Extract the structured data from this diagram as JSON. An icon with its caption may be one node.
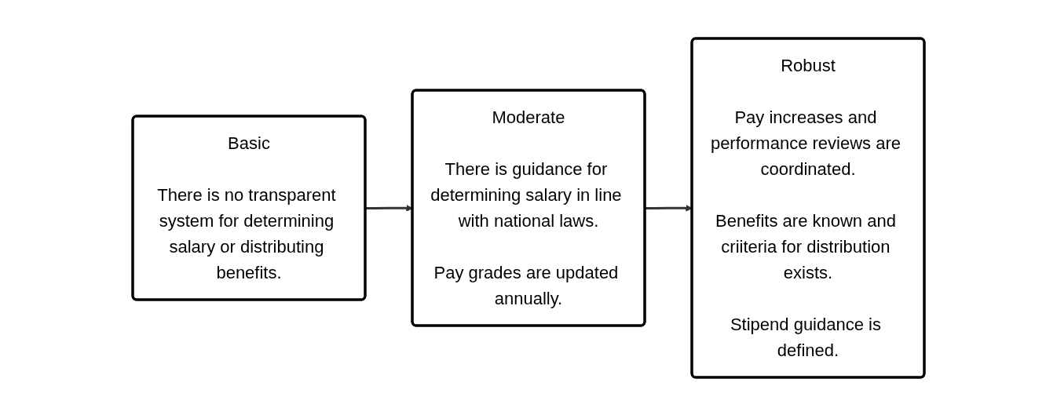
{
  "diagram": {
    "nodes": [
      {
        "text": [
          "Basic",
          "There is no transparent system for determining salary or distributing benefits."
        ]
      },
      {
        "text": [
          "Moderate",
          "There is guidance for determining salary in line with national laws.",
          "Pay grades are updated annually."
        ]
      },
      {
        "text": [
          "Robust",
          "Pay increases and performance reviews are coordinated.",
          "Benefits are known and criiteria for distribution exists.",
          "Stipend guidance is defined."
        ]
      }
    ],
    "edges": [
      {
        "from": 0,
        "to": 1,
        "arrow": "to"
      },
      {
        "from": 1,
        "to": 2,
        "arrow": "to"
      }
    ]
  }
}
